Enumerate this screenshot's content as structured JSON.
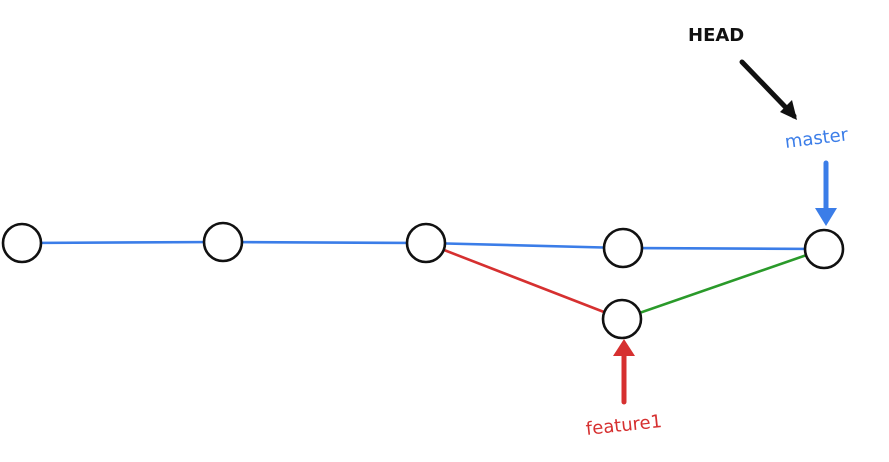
{
  "labels": {
    "head": "HEAD",
    "master": "master",
    "feature": "feature1"
  },
  "colors": {
    "master": "#3b7de8",
    "feature": "#d63030",
    "merge": "#2a9a2a",
    "head": "#111111",
    "node_stroke": "#111111"
  },
  "commits": [
    {
      "id": "c1",
      "branch": "master"
    },
    {
      "id": "c2",
      "branch": "master"
    },
    {
      "id": "c3",
      "branch": "master"
    },
    {
      "id": "c4",
      "branch": "master"
    },
    {
      "id": "c5",
      "branch": "feature1"
    },
    {
      "id": "c6",
      "branch": "master"
    }
  ],
  "edges": [
    {
      "from": "c1",
      "to": "c2",
      "kind": "master"
    },
    {
      "from": "c2",
      "to": "c3",
      "kind": "master"
    },
    {
      "from": "c3",
      "to": "c4",
      "kind": "master"
    },
    {
      "from": "c4",
      "to": "c6",
      "kind": "master"
    },
    {
      "from": "c3",
      "to": "c5",
      "kind": "feature"
    },
    {
      "from": "c5",
      "to": "c6",
      "kind": "merge"
    }
  ]
}
